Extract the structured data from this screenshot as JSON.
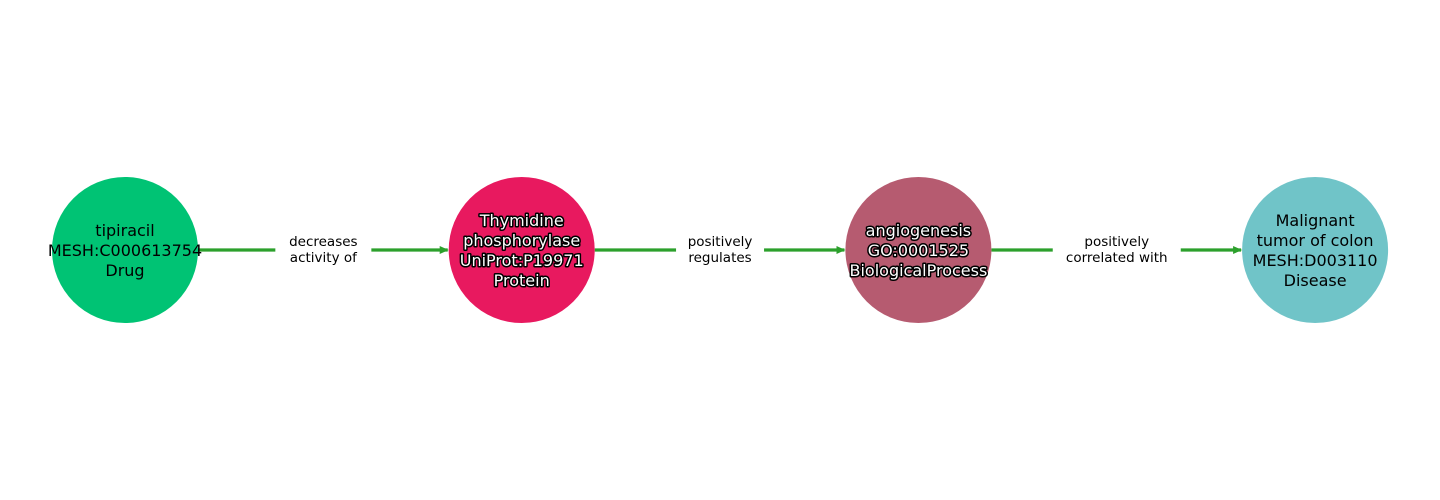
{
  "graph": {
    "edge_color": "#2ca02c",
    "nodes": [
      {
        "id": "tipiracil",
        "lines": [
          "tipiracil",
          "MESH:C000613754",
          "Drug"
        ],
        "color": "#00c374",
        "outlined": false
      },
      {
        "id": "thymidine-phosphorylase",
        "lines": [
          "Thymidine",
          "phosphorylase",
          "UniProt:P19971",
          "Protein"
        ],
        "color": "#e8195f",
        "outlined": true
      },
      {
        "id": "angiogenesis",
        "lines": [
          "angiogenesis",
          "GO:0001525",
          "BiologicalProcess"
        ],
        "color": "#b65b70",
        "outlined": true
      },
      {
        "id": "malignant-tumor-of-colon",
        "lines": [
          "Malignant",
          "tumor of colon",
          "MESH:D003110",
          "Disease"
        ],
        "color": "#70c4c8",
        "outlined": false
      }
    ],
    "edges": [
      {
        "source": 0,
        "target": 1,
        "lines": [
          "decreases",
          "activity of"
        ]
      },
      {
        "source": 1,
        "target": 2,
        "lines": [
          "positively",
          "regulates"
        ]
      },
      {
        "source": 2,
        "target": 3,
        "lines": [
          "positively",
          "correlated with"
        ]
      }
    ]
  }
}
